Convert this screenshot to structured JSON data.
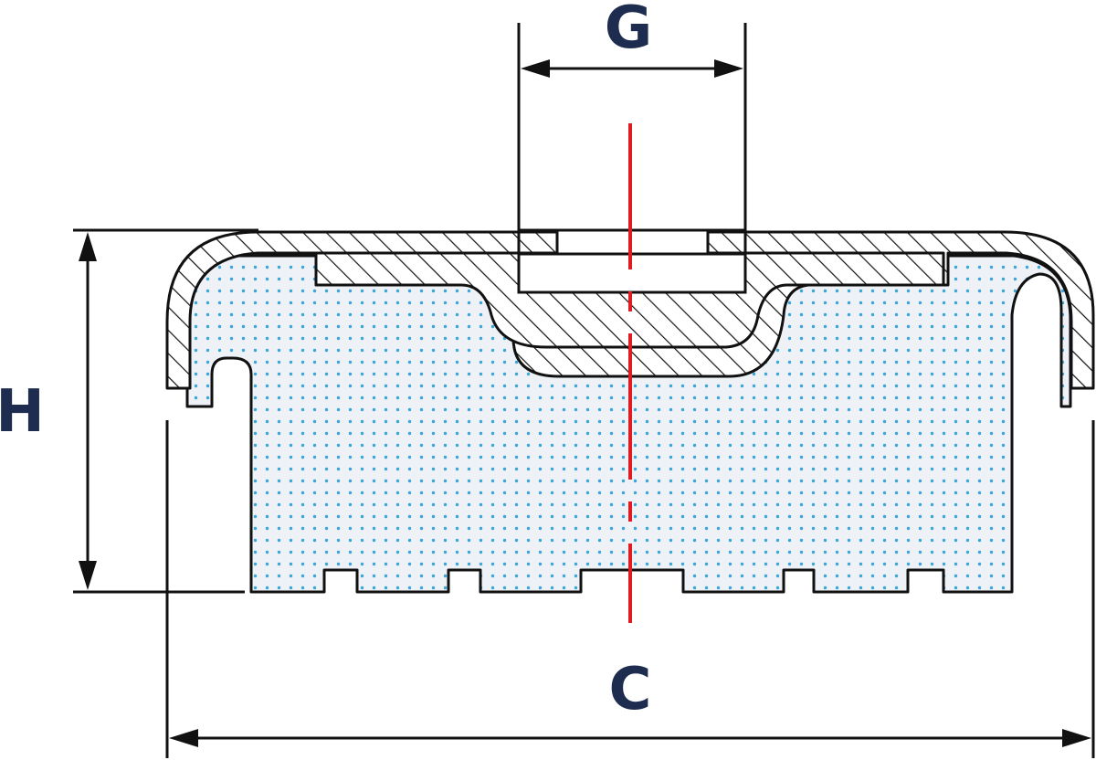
{
  "labels": {
    "top_width": "G",
    "height": "H",
    "overall_width": "C"
  },
  "colors": {
    "outline": "#111111",
    "label": "#1e2d4f",
    "centerline": "#e01b22",
    "fill_base": "#eef1f6",
    "fill_dots": "#3aa6da",
    "hatch_bg": "#ffffff"
  }
}
